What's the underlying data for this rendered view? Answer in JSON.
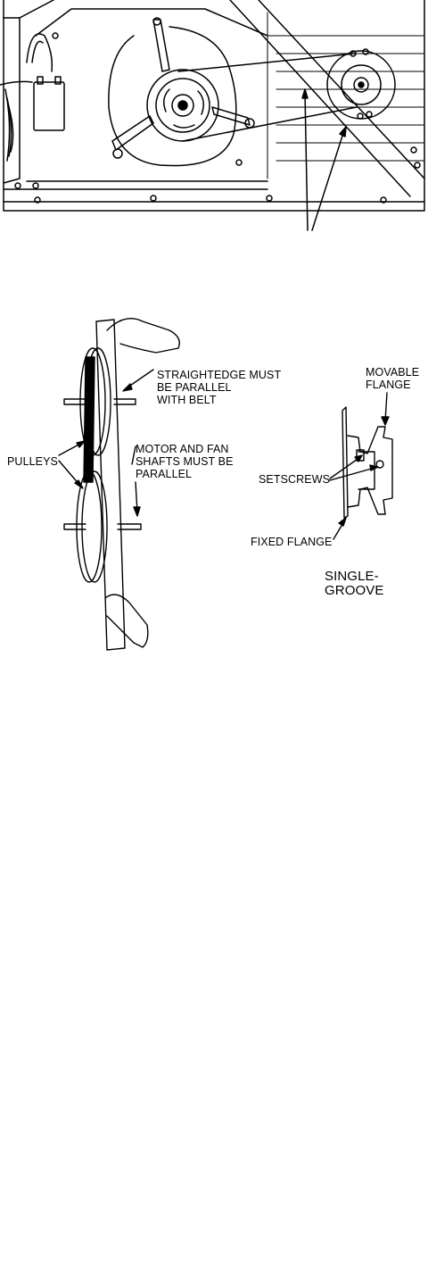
{
  "figure_bottom": {
    "labels": {
      "straightedge": [
        "STRAIGHTEDGE MUST",
        "BE PARALLEL",
        "WITH BELT"
      ],
      "pulleys": "PULLEYS",
      "motor_fan": [
        "MOTOR AND FAN",
        "SHAFTS MUST BE",
        "PARALLEL"
      ],
      "movable_flange": [
        "MOVABLE",
        "FLANGE"
      ],
      "setscrews": "SETSCREWS",
      "fixed_flange": "FIXED FLANGE",
      "single_groove": "SINGLE-GROOVE"
    }
  }
}
